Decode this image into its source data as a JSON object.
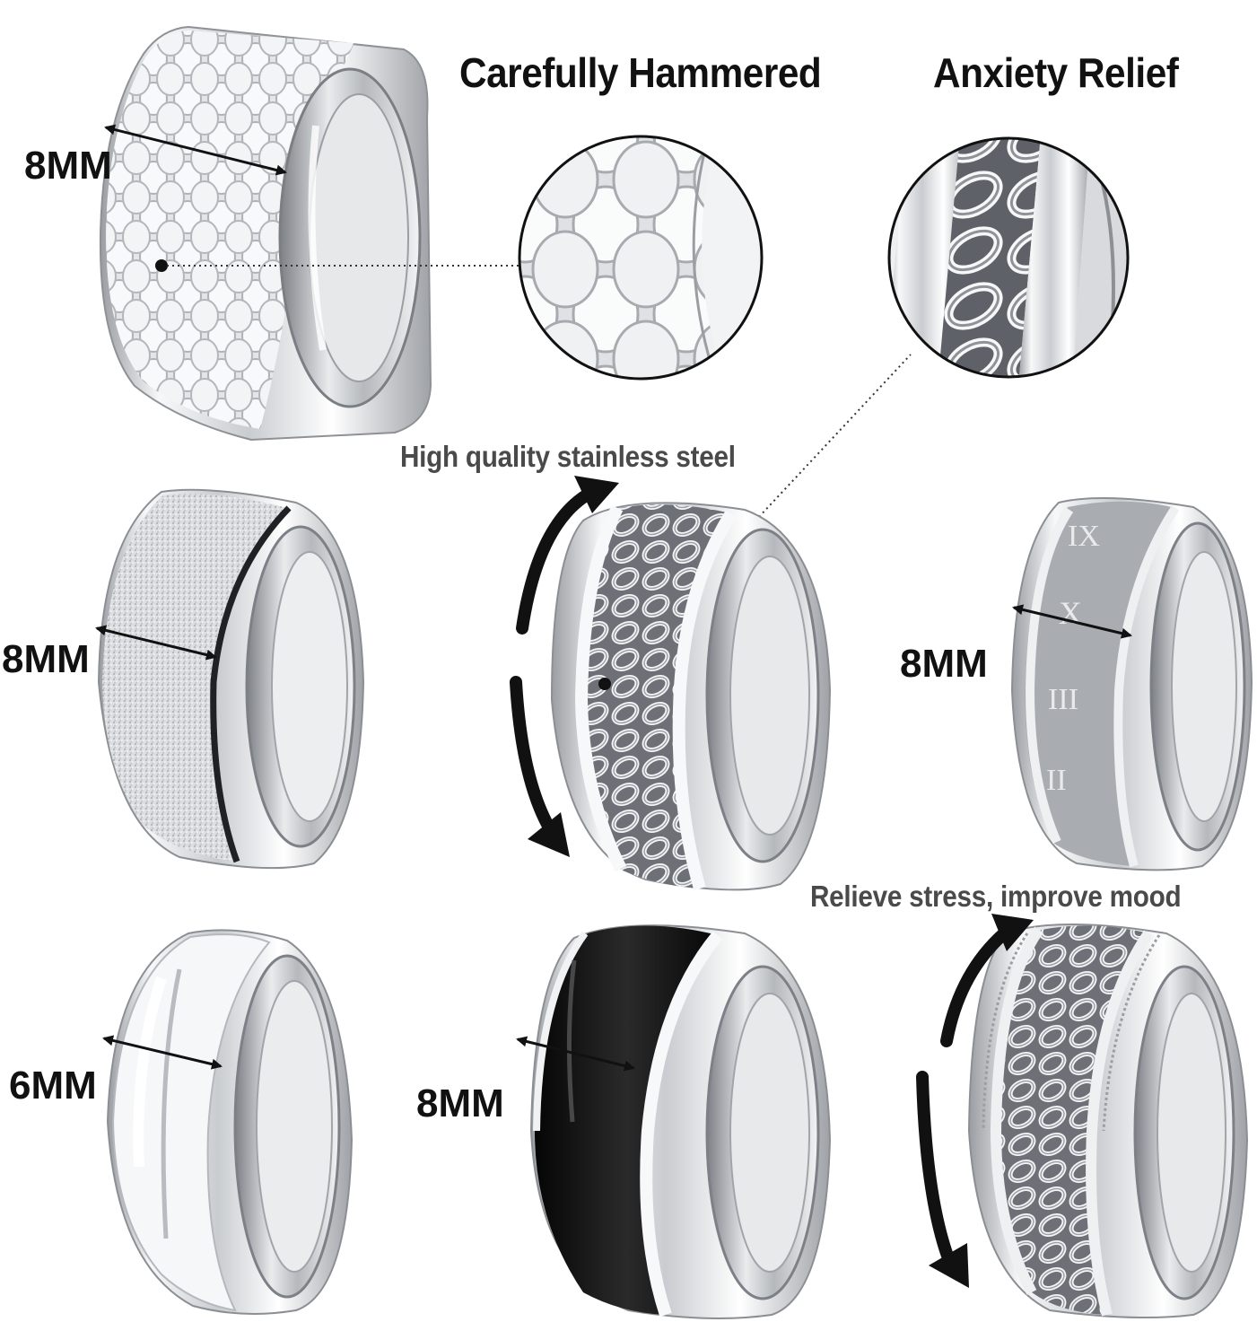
{
  "headings": {
    "hammered": "Carefully Hammered",
    "anxiety": "Anxiety Relief"
  },
  "captions": {
    "steel": "High quality stainless steel",
    "stress": "Relieve stress, improve mood"
  },
  "sizes": {
    "hammered_ring": "8MM",
    "sand_ring": "8MM",
    "roman_ring": "8MM",
    "dome_ring": "6MM",
    "black_ring": "8MM"
  },
  "colors": {
    "text": "#111111",
    "caption": "#4a4a4a",
    "silver_light": "#f4f5f6",
    "silver_dark": "#8d9095",
    "black_band": "#111111"
  }
}
